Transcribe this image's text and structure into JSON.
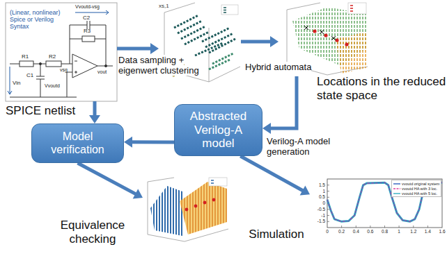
{
  "diagram": {
    "nodes": [
      {
        "text": [
          "SPICE netlist"
        ]
      },
      {
        "text": [
          "xs,1"
        ]
      },
      {
        "text": [
          "Locations in the reduced state space"
        ]
      },
      {
        "text": [
          "Model verification"
        ]
      },
      {
        "text": [
          "Abstracted Verilog-A model"
        ]
      },
      {
        "text": [
          "Equivalence checking"
        ]
      },
      {
        "text": [
          "Simulation"
        ]
      }
    ],
    "edges": [
      {
        "from": 0,
        "to": 1,
        "arrow": "to",
        "label": "Data sampling + eigenwert clustering"
      },
      {
        "from": 1,
        "to": 2,
        "arrow": "to",
        "label": "Hybrid automata"
      },
      {
        "from": 0,
        "to": 3,
        "arrow": "to"
      },
      {
        "from": 2,
        "to": 4,
        "arrow": "to",
        "label": "Verilog-A model generation"
      },
      {
        "from": 4,
        "to": 3,
        "arrow": "to"
      },
      {
        "from": 3,
        "to": 5,
        "arrow": "to"
      },
      {
        "from": 4,
        "to": 6,
        "arrow": "to"
      }
    ],
    "labels": [
      "(Linear, nonlinear) Spice or Verilog Syntax",
      "Vvoutd-vsg",
      "C2",
      "R3",
      "R1",
      "R2",
      "vsg",
      "C1",
      "Vin",
      "Vvoutd",
      "vout",
      "1.5",
      "1",
      "0.5",
      "0",
      "-0.5",
      "-1",
      "-1.5",
      "0",
      "0.2",
      "0.4",
      "0.6",
      "0.8",
      "1",
      "1.2",
      "1.4",
      "1.6"
    ],
    "legend": [
      {
        "text": "vvoutd original system"
      },
      {
        "text": "vvoutd HA with 3 loc."
      },
      {
        "text": "vvoutd HA with 5 loc."
      }
    ]
  }
}
